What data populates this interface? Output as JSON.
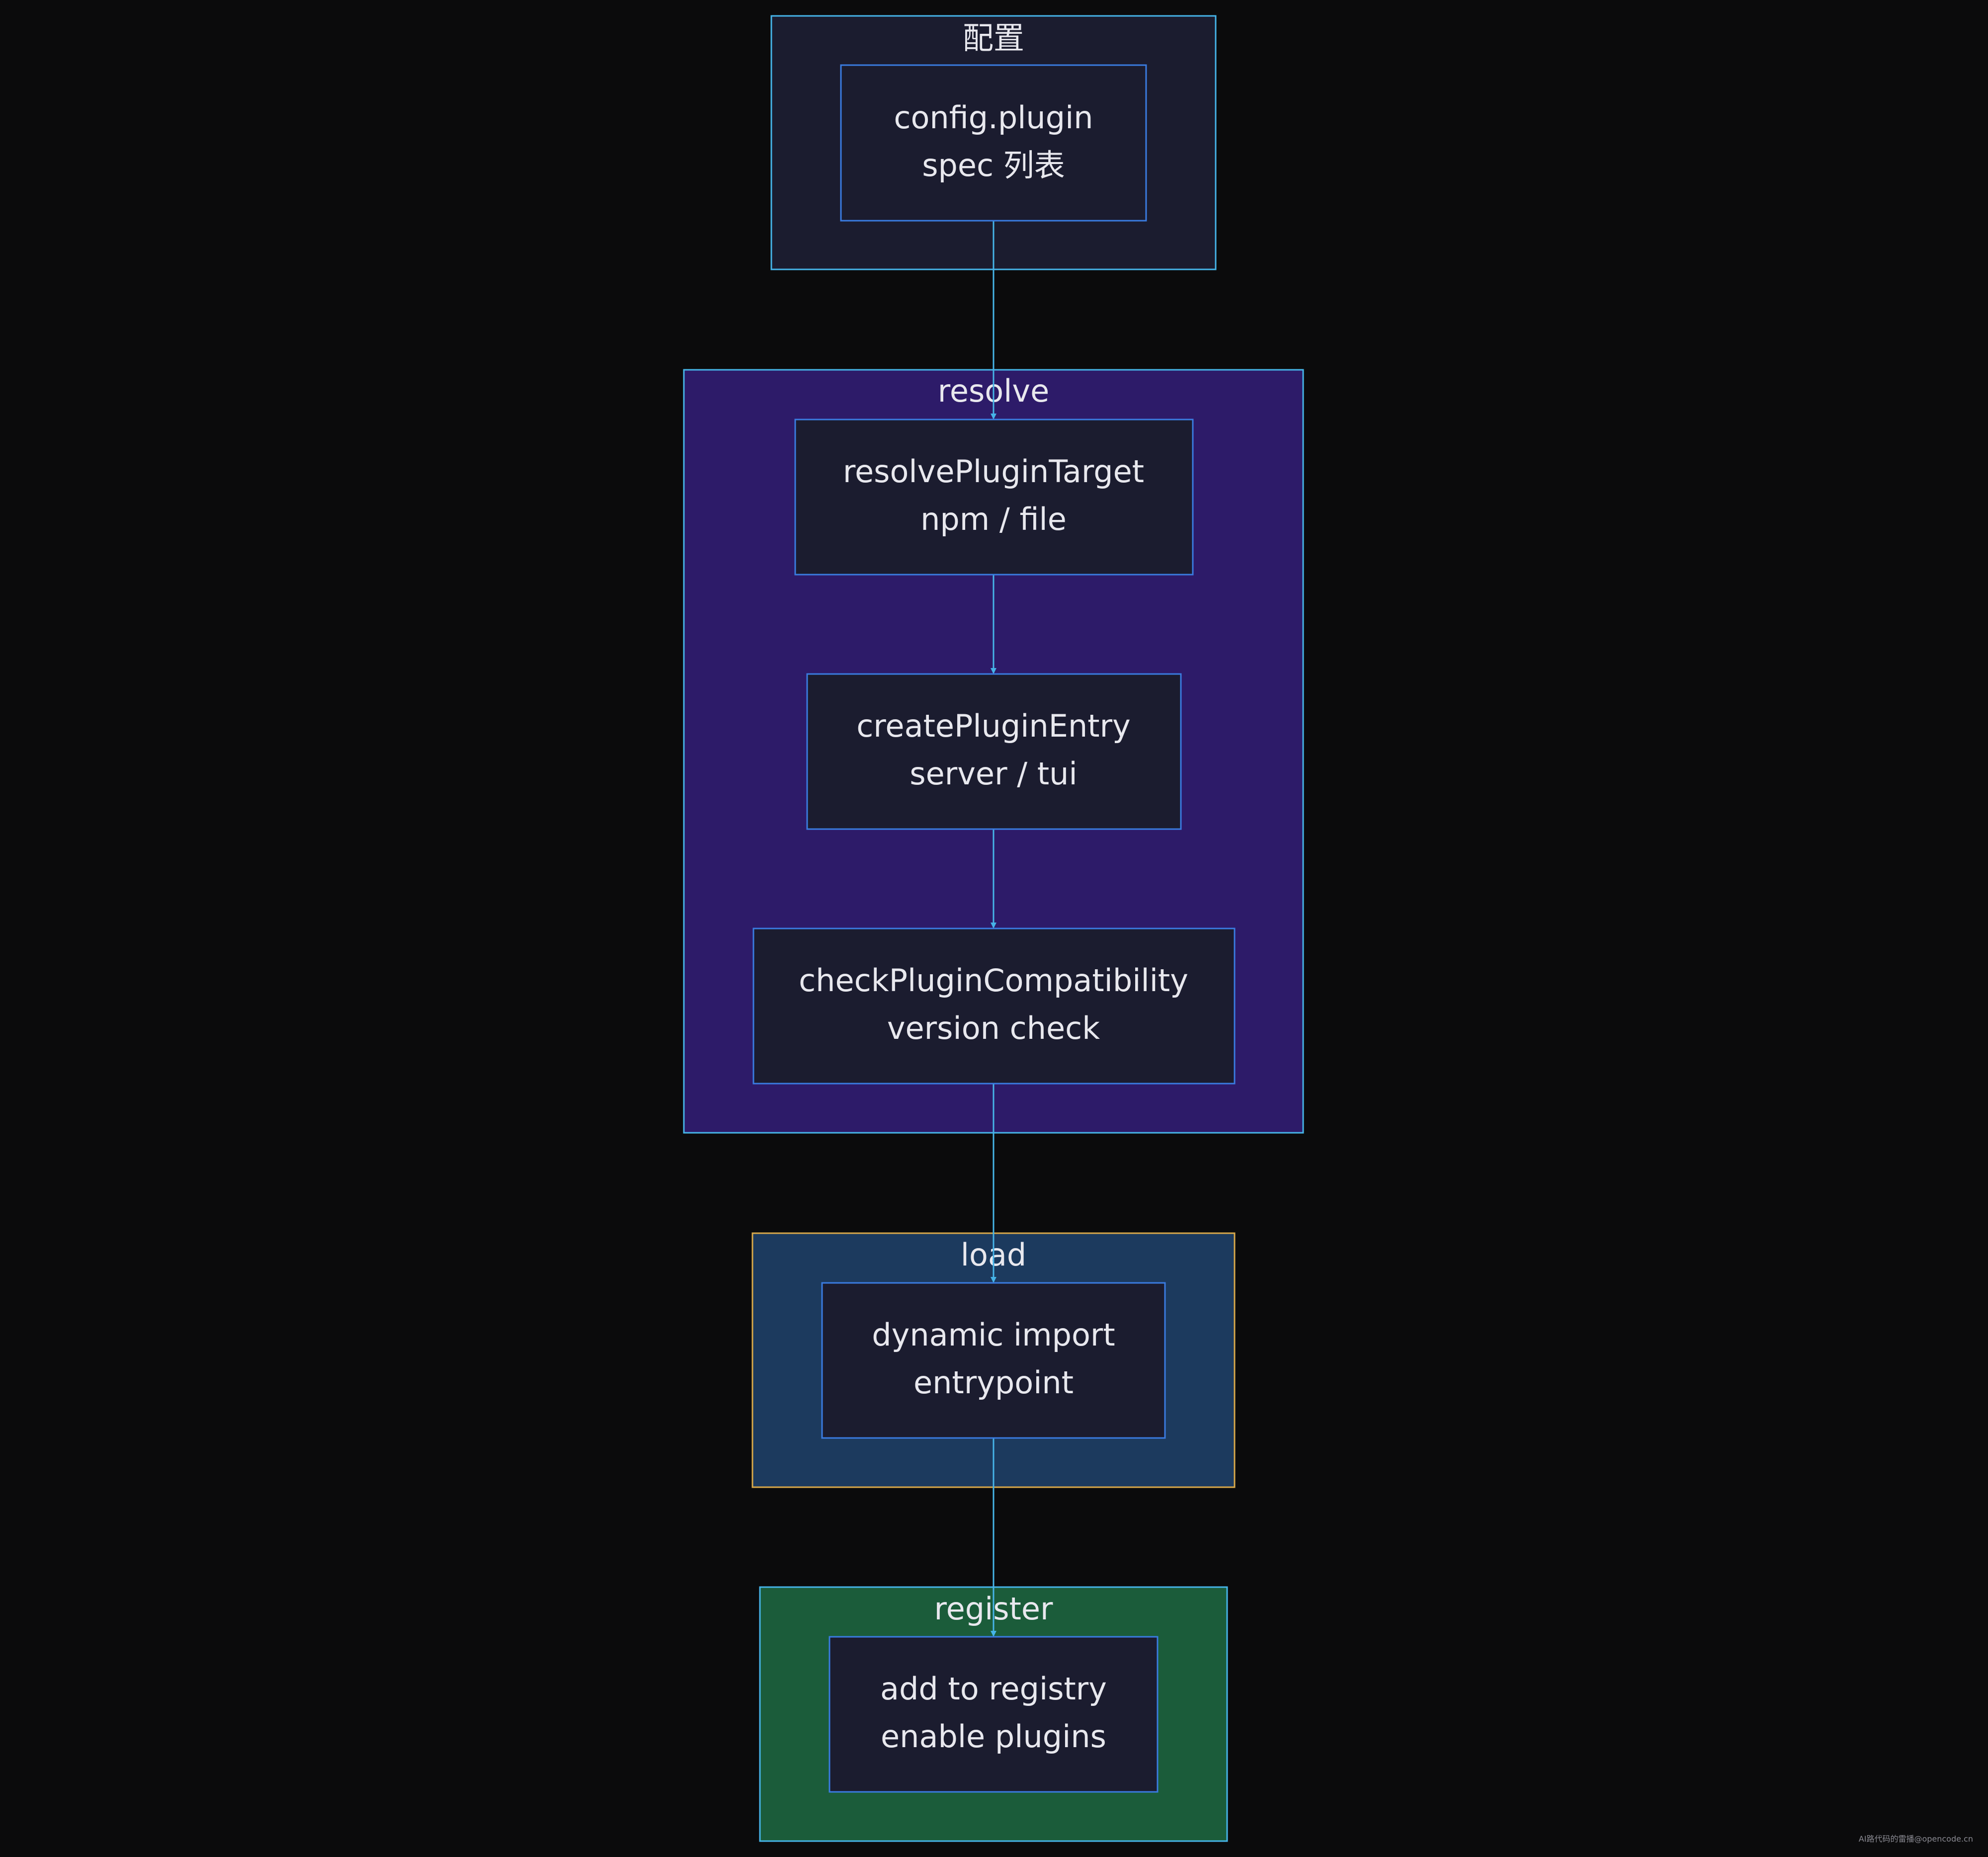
{
  "colors": {
    "background": "#0b0b0c",
    "node_fill": "#1b1c2f",
    "node_border": "#3a7be0",
    "edge": "#46b4e8",
    "text": "#e8e8ee",
    "cluster_config_fill": "#1b1c2f",
    "cluster_config_border": "#46b4e8",
    "cluster_resolve_fill": "#2d1b69",
    "cluster_resolve_border": "#46b4e8",
    "cluster_load_fill": "#1c3a5e",
    "cluster_load_border": "#d8a84a",
    "cluster_register_fill": "#1b5c3a",
    "cluster_register_border": "#46b4e8"
  },
  "clusters": {
    "config": {
      "title": "配置"
    },
    "resolve": {
      "title": "resolve"
    },
    "load": {
      "title": "load"
    },
    "register": {
      "title": "register"
    }
  },
  "nodes": {
    "config_plugin": {
      "line1": "config.plugin",
      "line2": "spec 列表"
    },
    "resolve_target": {
      "line1": "resolvePluginTarget",
      "line2": "npm / file"
    },
    "create_entry": {
      "line1": "createPluginEntry",
      "line2": "server / tui"
    },
    "check_compat": {
      "line1": "checkPluginCompatibility",
      "line2": "version check"
    },
    "dynamic_import": {
      "line1": "dynamic import",
      "line2": "entrypoint"
    },
    "add_registry": {
      "line1": "add to registry",
      "line2": "enable plugins"
    }
  },
  "watermark": "AI路代码的雷播@opencode.cn"
}
